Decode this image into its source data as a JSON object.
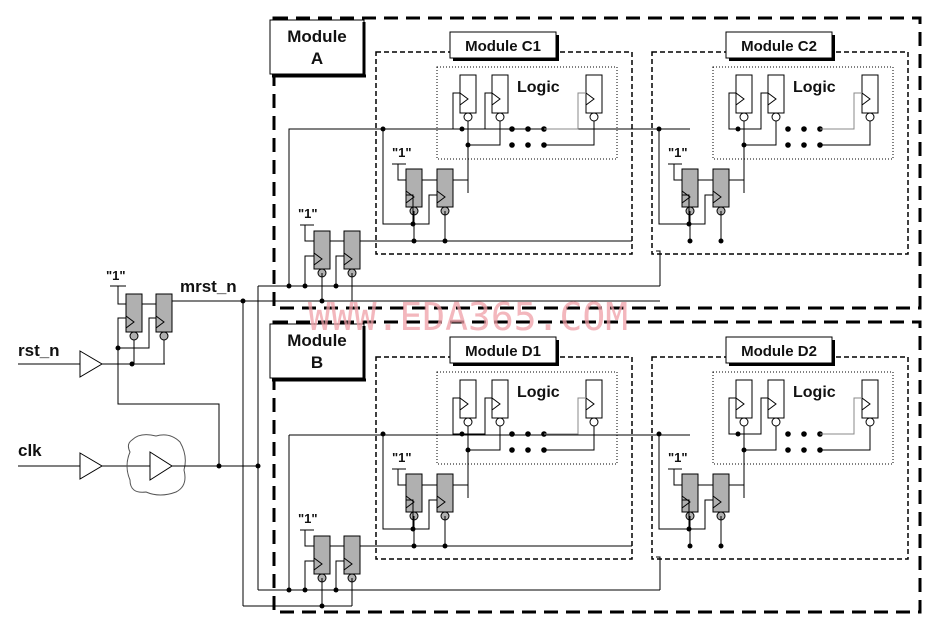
{
  "inputs": {
    "reset": "rst_n",
    "clock": "clk"
  },
  "signals": {
    "master_reset": "mrst_n"
  },
  "constant_label": "\"1\"",
  "modules": [
    {
      "id": "A",
      "title_line1": "Module",
      "title_line2": "A",
      "submodules": [
        {
          "id": "C1",
          "title": "Module C1",
          "logic_label": "Logic"
        },
        {
          "id": "C2",
          "title": "Module C2",
          "logic_label": "Logic"
        }
      ]
    },
    {
      "id": "B",
      "title_line1": "Module",
      "title_line2": "B",
      "submodules": [
        {
          "id": "D1",
          "title": "Module D1",
          "logic_label": "Logic"
        },
        {
          "id": "D2",
          "title": "Module D2",
          "logic_label": "Logic"
        }
      ]
    }
  ],
  "watermark": "WWW.EDA365.COM",
  "colors": {
    "sync_ff_fill": "#b0b0b0",
    "line": "#000000",
    "watermark": "#f0a0a8"
  }
}
